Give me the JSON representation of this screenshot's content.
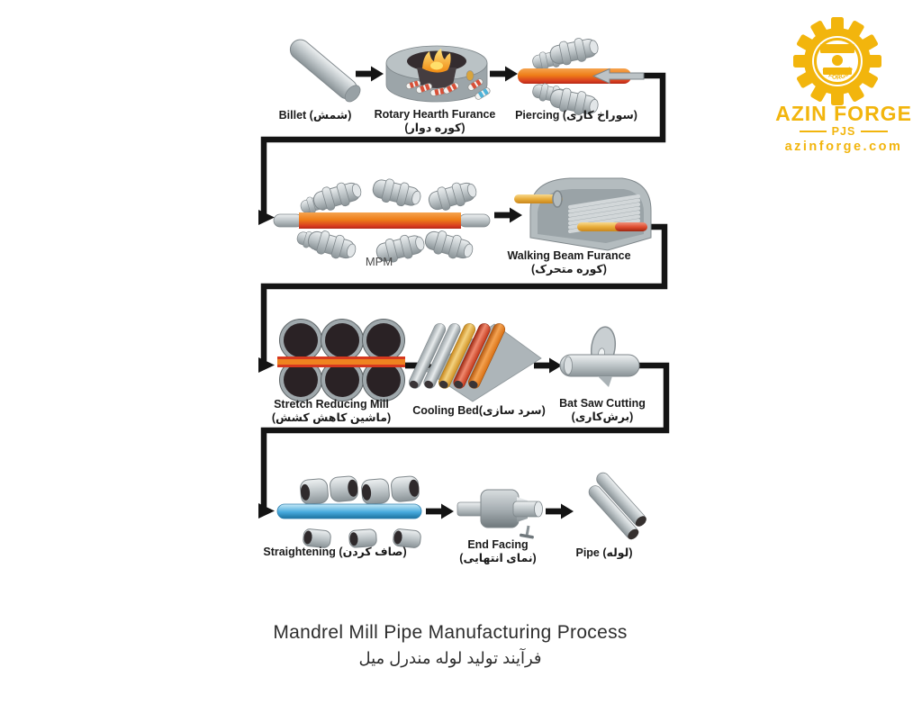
{
  "logo": {
    "ring_text": "AZIN FORGE CO.",
    "company": "AZIN FORGE",
    "suffix": "PJS",
    "website": "azinforge.com",
    "color": "#F2B50D"
  },
  "title": {
    "en": "Mandrel Mill Pipe Manufacturing Process",
    "fa": "فرآیند تولید لوله مندرل میل"
  },
  "steps": {
    "billet": {
      "label": "Billet (شمش)"
    },
    "rotary_hearth_furnace": {
      "line1": "Rotary Hearth Furance",
      "line2": "(کوره دوار)"
    },
    "piercing": {
      "label": "Piercing (سوراخ کاری)"
    },
    "mpm": {
      "label": "MPM"
    },
    "walking_beam_furnace": {
      "line1": "Walking Beam Furance",
      "line2": "(کوره متحرک)"
    },
    "stretch_reducing_mill": {
      "line1": "Stretch Reducing Mill",
      "line2": "(ماشین کاهش کشش)"
    },
    "cooling_bed": {
      "label": "Cooling Bed(سرد سازی)"
    },
    "bat_saw_cutting": {
      "line1": "Bat Saw Cutting",
      "line2": "(برش‌کاری)"
    },
    "straightening": {
      "label": "Straightening (صاف کردن)"
    },
    "end_facing": {
      "line1": "End Facing",
      "line2": "(نمای انتهایی)"
    },
    "pipe": {
      "label": "Pipe (لوله)"
    }
  },
  "colors": {
    "accent_gold": "#F2B50D",
    "hot_pipe_orange": "#EE7D18",
    "hot_pipe_red": "#D63A20",
    "cold_pipe_blue": "#48ABDE",
    "steel_gray": "#BFC6CA",
    "connector_black": "#141414"
  }
}
